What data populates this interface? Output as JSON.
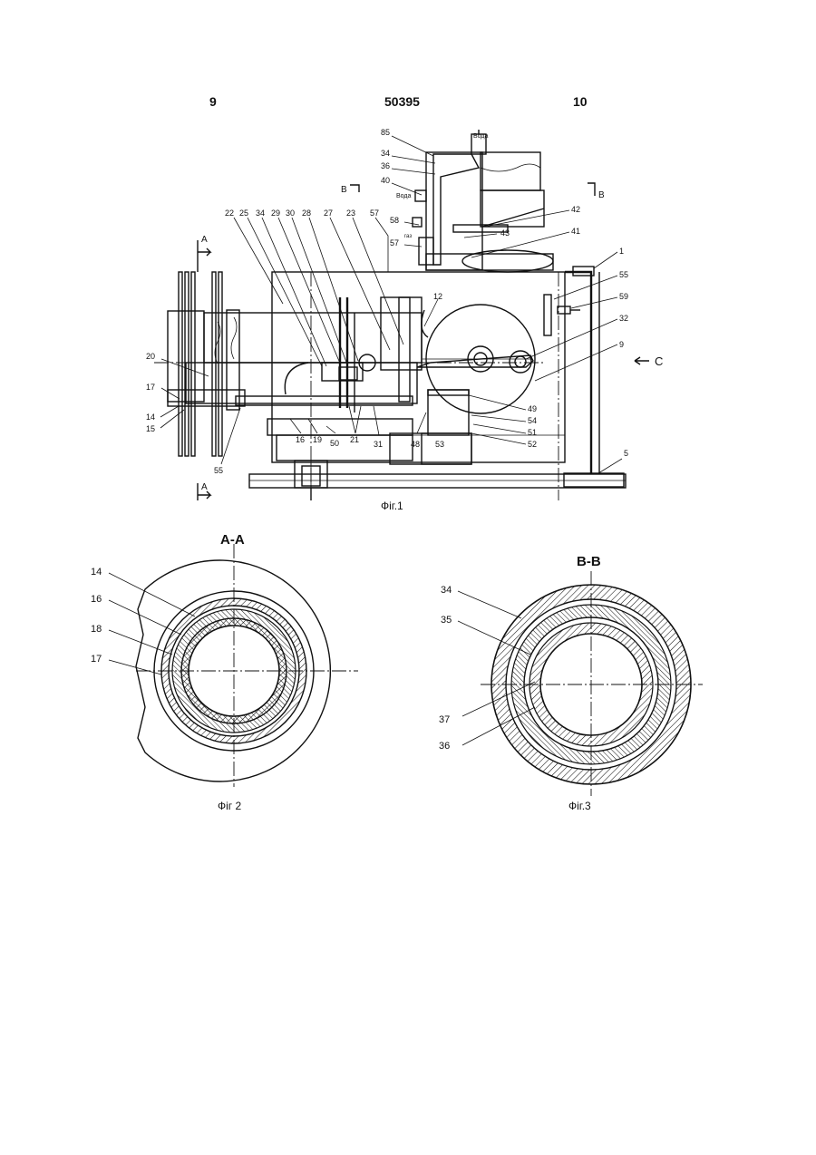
{
  "header": {
    "left_page": "9",
    "patent_number": "50395",
    "right_page": "10"
  },
  "fig1": {
    "caption": "Фіг.1",
    "section_marks": {
      "a_top": "A",
      "a_bottom": "A",
      "b_left": "B",
      "b_right": "B",
      "view_c": "C"
    },
    "medium_labels": {
      "water_top": "Вода",
      "water_side": "Вода",
      "gas": "газ"
    },
    "labels": [
      "85",
      "34",
      "36",
      "40",
      "42",
      "43",
      "41",
      "1",
      "58",
      "57",
      "57",
      "22",
      "25",
      "34",
      "29",
      "30",
      "28",
      "27",
      "23",
      "12",
      "55",
      "59",
      "32",
      "9",
      "20",
      "17",
      "14",
      "15",
      "55",
      "16",
      "19",
      "50",
      "21",
      "31",
      "48",
      "53",
      "49",
      "54",
      "51",
      "52",
      "5"
    ]
  },
  "fig2": {
    "section_title": "A-A",
    "caption": "Фіг 2",
    "labels": [
      "14",
      "16",
      "18",
      "17"
    ]
  },
  "fig3": {
    "section_title": "B-B",
    "caption": "Фіг.3",
    "labels": [
      "34",
      "35",
      "37",
      "36"
    ]
  },
  "colors": {
    "ink": "#111111",
    "paper": "#ffffff"
  }
}
